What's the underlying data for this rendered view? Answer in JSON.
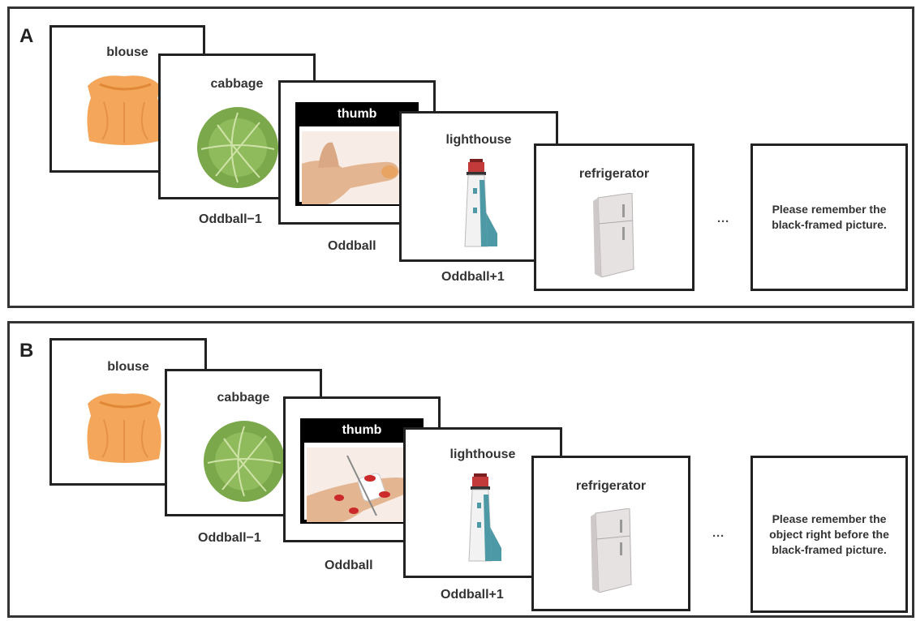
{
  "panels": [
    {
      "letter": "A",
      "cards": {
        "c1": "blouse",
        "c2": "cabbage",
        "c3": "thumb",
        "c4": "lighthouse",
        "c5": "refrigerator"
      },
      "captions": {
        "before": "Oddball−1",
        "oddball": "Oddball",
        "after": "Oddball+1"
      },
      "ellipsis": "···",
      "instruction": "Please remember the black-framed picture."
    },
    {
      "letter": "B",
      "cards": {
        "c1": "blouse",
        "c2": "cabbage",
        "c3": "thumb",
        "c4": "lighthouse",
        "c5": "refrigerator"
      },
      "captions": {
        "before": "Oddball−1",
        "oddball": "Oddball",
        "after": "Oddball+1"
      },
      "ellipsis": "···",
      "instruction": "Please remember the object right before the black-framed picture."
    }
  ],
  "icons": [
    "blouse-image",
    "cabbage-image",
    "thumb-image",
    "lighthouse-image",
    "refrigerator-image"
  ],
  "colors": {
    "oddball_header": "#000000",
    "frame": "#222222",
    "blouse": "#f4a65a",
    "cabbage": "#7aa84a"
  }
}
